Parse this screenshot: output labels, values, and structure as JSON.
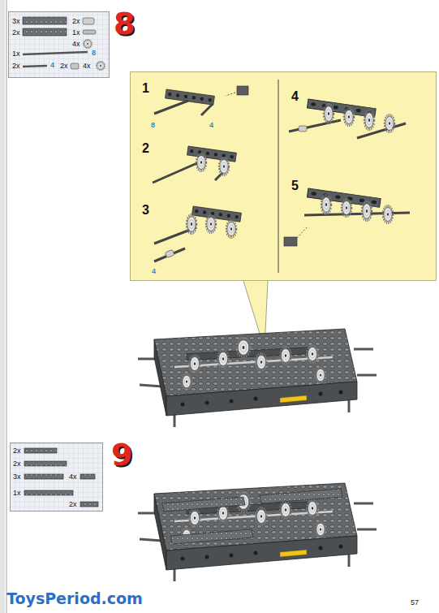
{
  "diagram": {
    "nodes": [
      {
        "text": [
          "3x",
          "2x",
          "2x",
          "1x",
          "4x",
          "1x",
          "8",
          "2x",
          "4",
          "2x",
          "4x"
        ]
      },
      {
        "text": [
          "1",
          "8",
          "4",
          "2",
          "3",
          "4",
          "4",
          "5"
        ]
      },
      {
        "text": [
          "2x",
          "2x",
          "3x",
          "4x",
          "1x",
          "2x"
        ]
      }
    ],
    "labels": [
      "8",
      "9",
      "ToysPeriod.com",
      "57"
    ]
  }
}
